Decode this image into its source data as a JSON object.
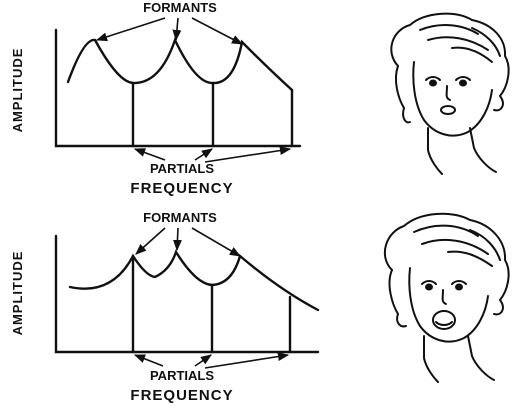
{
  "figure": {
    "panels": [
      {
        "id": "top",
        "formants_label": "FORMANTS",
        "amplitude_label": "AMPLITUDE",
        "partials_label": "PARTIALS",
        "frequency_label": "FREQUENCY",
        "face": "mouth-slightly-open"
      },
      {
        "id": "bottom",
        "formants_label": "FORMANTS",
        "amplitude_label": "AMPLITUDE",
        "partials_label": "PARTIALS",
        "frequency_label": "FREQUENCY",
        "face": "mouth-wide-open"
      }
    ]
  }
}
